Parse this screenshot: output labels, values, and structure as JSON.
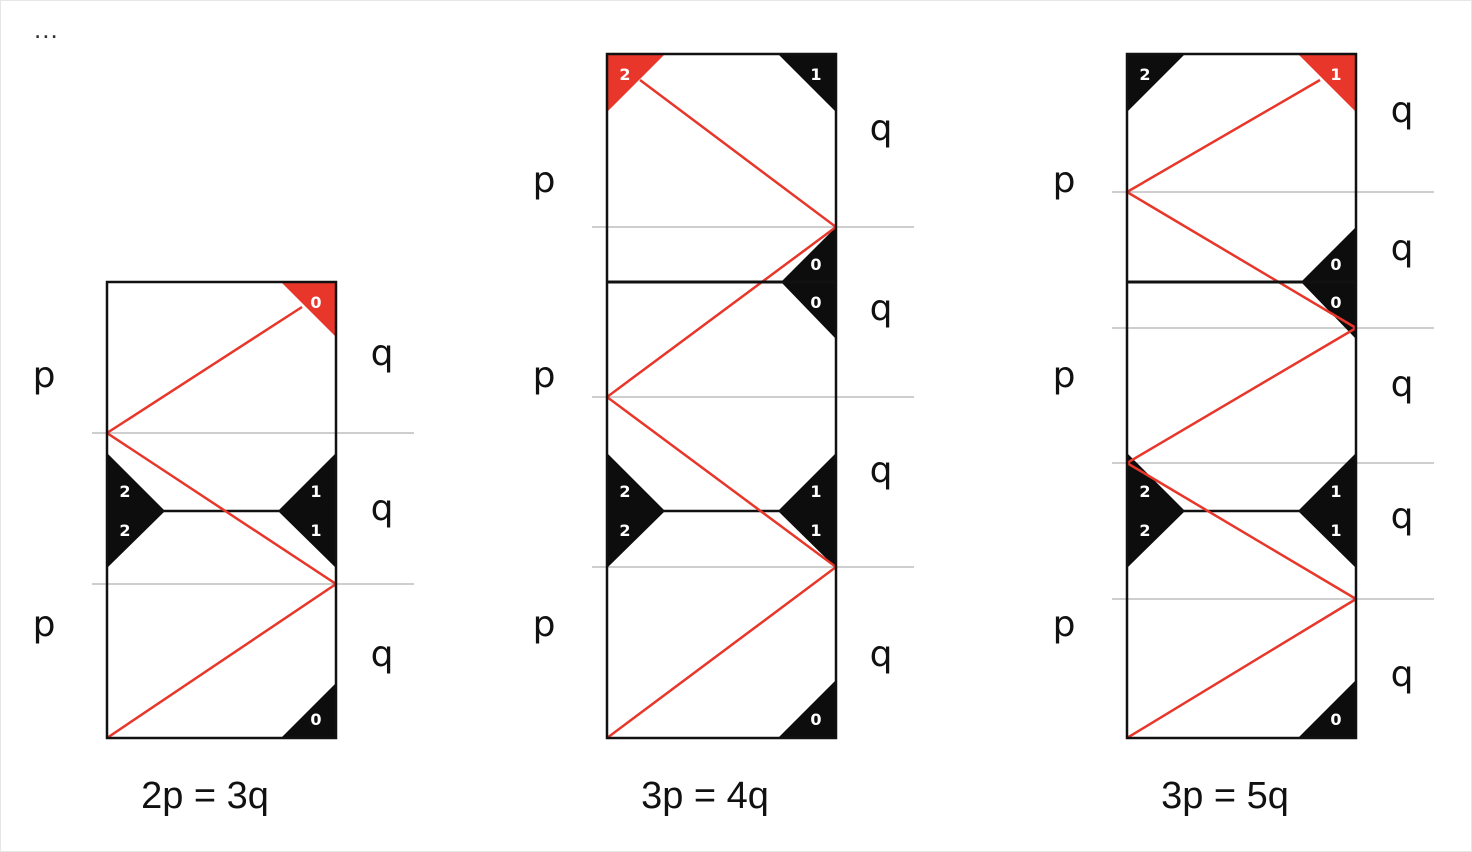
{
  "top_mark": "...",
  "panels": [
    {
      "caption": "2p = 3q",
      "left_labels": [
        "p",
        "p"
      ],
      "right_labels": [
        "q",
        "q",
        "q"
      ]
    },
    {
      "caption": "3p = 4q",
      "left_labels": [
        "p",
        "p",
        "p"
      ],
      "right_labels": [
        "q",
        "q",
        "q",
        "q"
      ]
    },
    {
      "caption": "3p = 5q",
      "left_labels": [
        "p",
        "p",
        "p"
      ],
      "right_labels": [
        "q",
        "q",
        "q",
        "q",
        "q"
      ]
    }
  ],
  "marker_labels": [
    "0",
    "1",
    "2"
  ],
  "colors": {
    "path": "#e8372a",
    "marker": "#0d0d0d",
    "highlight": "#e8372a",
    "guide": "#bdbdbd"
  }
}
